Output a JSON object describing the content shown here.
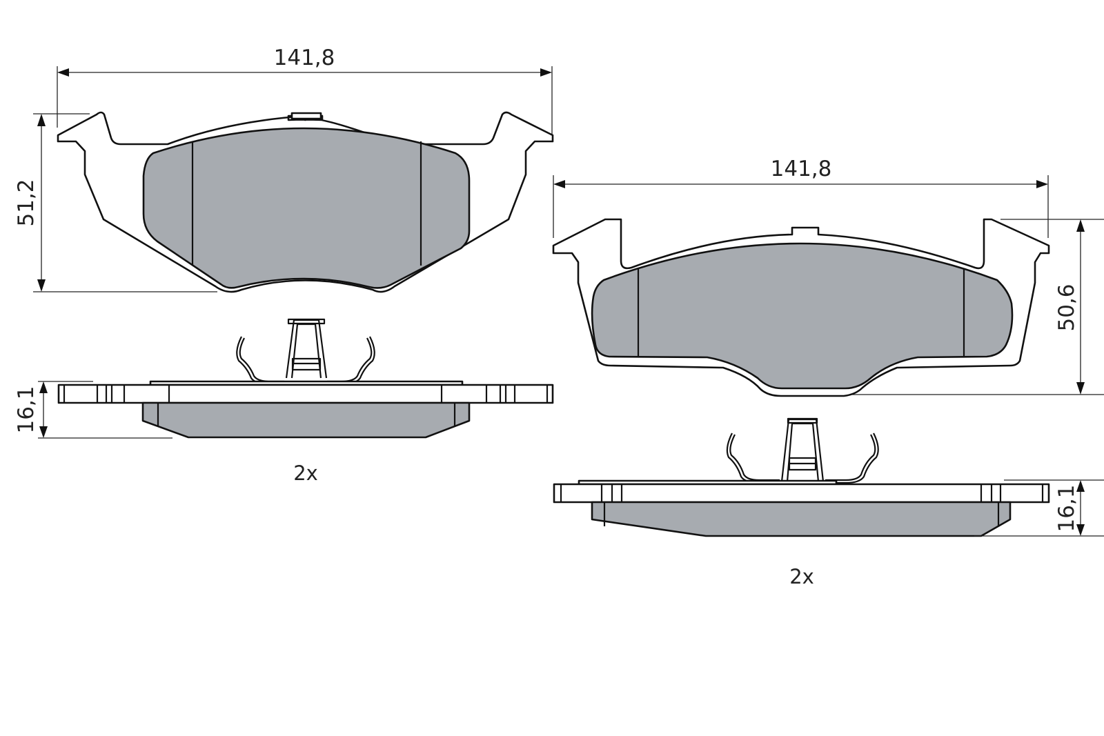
{
  "diagram": {
    "subject": "Brake pad set technical drawing",
    "colors": {
      "friction_material": "#a7abb0",
      "backing_plate": "#ffffff",
      "line": "#111111"
    },
    "pad_left": {
      "width_label": "141,8",
      "height_label": "51,2",
      "thickness_label": "16,1",
      "quantity_label": "2x"
    },
    "pad_right": {
      "width_label": "141,8",
      "height_label": "50,6",
      "thickness_label": "16,1",
      "quantity_label": "2x"
    }
  }
}
